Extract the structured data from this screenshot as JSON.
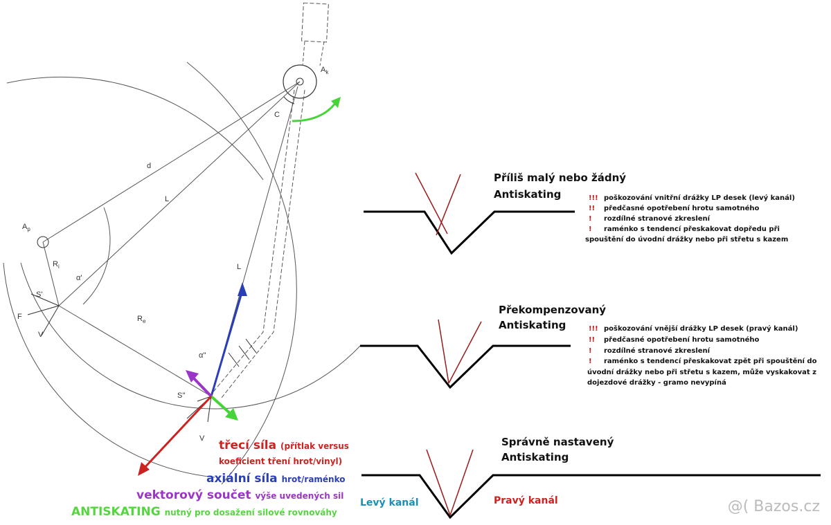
{
  "panels": [
    {
      "title_line1": "Příliš malý nebo žádný",
      "title_line2": "Antiskating",
      "items": [
        {
          "mark": "!!!",
          "text": "poškozování vnitřní drážky LP desek (levý kanál)"
        },
        {
          "mark": "!!",
          "text": "předčasné opotřebení hrotu samotného"
        },
        {
          "mark": "!",
          "text": "rozdílné stranové zkreslení"
        },
        {
          "mark": "!",
          "text": "raménko s tendencí přeskakovat dopředu při"
        }
      ],
      "continuation": "spouštění do úvodní drážky nebo při střetu s kazem"
    },
    {
      "title_line1": "Překompenzovaný",
      "title_line2": "Antiskating",
      "items": [
        {
          "mark": "!!!",
          "text": "poškozování vnější drážky LP desek (pravý kanál)"
        },
        {
          "mark": "!!",
          "text": "předčasné opotřebení hrotu samotného"
        },
        {
          "mark": "!",
          "text": "rozdílné stranové zkreslení"
        },
        {
          "mark": "!",
          "text": "raménko s tendencí přeskakovat zpět při spouštění do"
        }
      ],
      "continuation_lines": [
        "úvodní drážky nebo při střetu s kazem, může vyskakovat z",
        "dojezdové drážky - gramo nevypíná"
      ]
    },
    {
      "title_line1": "Správně nastavený",
      "title_line2": "Antiskating",
      "left_channel": "Levý kanál",
      "right_channel": "Pravý kanál"
    }
  ],
  "geometry_labels": {
    "ak": "A",
    "ak_sub": "k",
    "ap": "A",
    "ap_sub": "p",
    "d": "d",
    "L": "L",
    "L2": "L",
    "C": "C",
    "Ri": "R",
    "Ri_sub": "i",
    "Re": "R",
    "Re_sub": "e",
    "alpha1": "α'",
    "alpha2": "α''",
    "S1": "S'",
    "S2": "S''",
    "F": "F",
    "V1": "V",
    "V2": "V"
  },
  "legend": {
    "friction_main": "třecí síla",
    "friction_sub1": "(přítlak versus",
    "friction_sub2": "koeficient tření hrot/vinyl)",
    "axial_main": "axiální síla",
    "axial_sub": "hrot/raménko",
    "vector_main": "vektorový součet",
    "vector_sub": "výše uvedených sil",
    "antiskating_main": "ANTISKATING",
    "antiskating_sub": "nutný pro dosažení silové rovnováhy"
  },
  "colors": {
    "friction": "#cc2222",
    "axial": "#2a3fb5",
    "vector": "#9b35c8",
    "antiskating": "#55d640",
    "groove_needle": "#9b1a1a",
    "left_channel": "#1a8fb5",
    "right_channel": "#cc2222",
    "warning_mark": "#cc1111"
  },
  "watermark": "@( Bazos.cz"
}
